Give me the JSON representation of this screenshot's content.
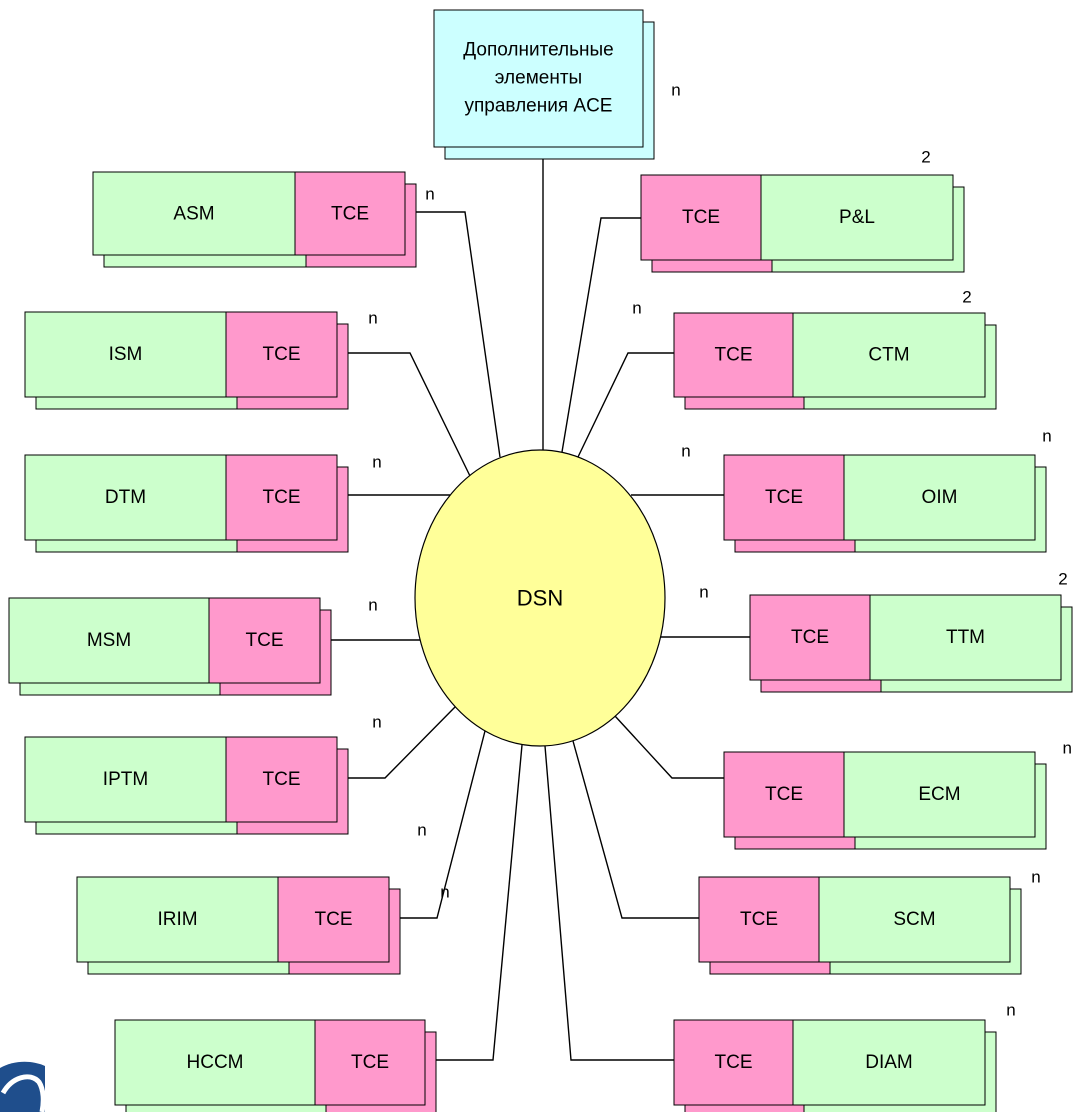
{
  "colors": {
    "module": "#CCFFCC",
    "adapter": "#FF99CC",
    "hub": "#FFFF99",
    "note": "#CCFFFF",
    "logo": "#1F4E8C"
  },
  "hub": {
    "label": "DSN"
  },
  "top_box": {
    "lines": [
      "Дополнительные",
      "элементы",
      "управления ACE"
    ],
    "link_label": "n"
  },
  "left_modules": [
    {
      "name": "ASM",
      "adapter": "TCE",
      "link_label": "n"
    },
    {
      "name": "ISM",
      "adapter": "TCE",
      "link_label": "n"
    },
    {
      "name": "DTM",
      "adapter": "TCE",
      "link_label": "n"
    },
    {
      "name": "MSM",
      "adapter": "TCE",
      "link_label": "n"
    },
    {
      "name": "IPTM",
      "adapter": "TCE",
      "link_label": "n"
    },
    {
      "name": "IRIM",
      "adapter": "TCE",
      "link_label": "n"
    },
    {
      "name": "HCCM",
      "adapter": "TCE",
      "link_label": "n"
    }
  ],
  "right_modules": [
    {
      "name": "P&L",
      "adapter": "TCE",
      "corner_label": "2"
    },
    {
      "name": "CTM",
      "adapter": "TCE",
      "corner_label": "2",
      "link_label": "n"
    },
    {
      "name": "OIM",
      "adapter": "TCE",
      "corner_label": "n",
      "link_label": "n"
    },
    {
      "name": "TTM",
      "adapter": "TCE",
      "corner_label": "2",
      "link_label": "n"
    },
    {
      "name": "ECM",
      "adapter": "TCE",
      "corner_label": "n"
    },
    {
      "name": "SCM",
      "adapter": "TCE",
      "corner_label": "n"
    },
    {
      "name": "DIAM",
      "adapter": "TCE",
      "corner_label": "n"
    }
  ]
}
